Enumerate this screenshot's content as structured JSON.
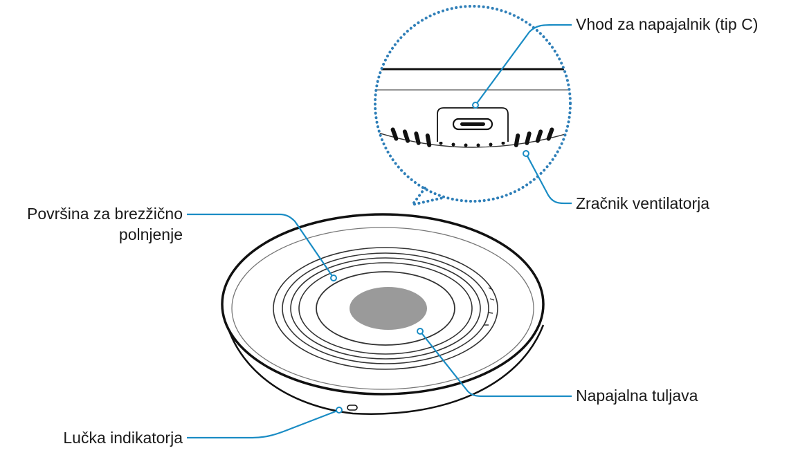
{
  "colors": {
    "leader": "#1a8cc4",
    "zoom_dots": "#2f7fb8",
    "outline": "#111111",
    "coil_fill": "#9a9a9a"
  },
  "labels": {
    "port": "Vhod za napajalnik (tip C)",
    "vent": "Zračnik ventilatorja",
    "surface_line1": "Površina za brezžično",
    "surface_line2": "polnjenje",
    "coil": "Napajalna tuljava",
    "indicator": "Lučka indikatorja"
  }
}
